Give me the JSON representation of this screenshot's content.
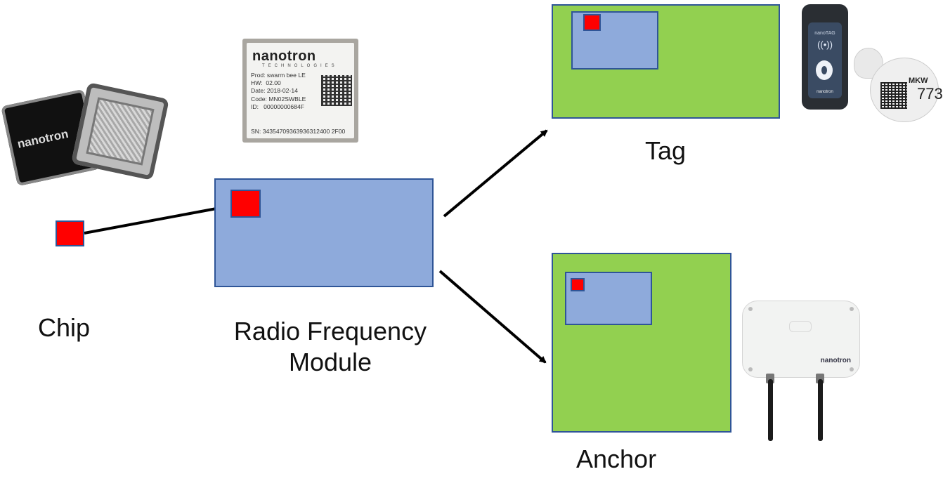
{
  "labels": {
    "chip": "Chip",
    "rf_module_line1": "Radio Frequency",
    "rf_module_line2": "Module",
    "tag": "Tag",
    "anchor": "Anchor"
  },
  "module_photo": {
    "brand": "nanotron",
    "brand_sub": "TECHNOLOGIES",
    "info_lines": [
      "Prod: swarm bee LE",
      "HW:  02.00",
      "Date: 2018-02-14",
      "Code: MN02SWBLE",
      "ID:   00000000684F"
    ],
    "sn": "SN:  34354709363936312400 2F00"
  },
  "chip_photo": {
    "brand": "nanotron"
  },
  "tag_device": {
    "name": "nanoTAG",
    "waves": "((•))",
    "brand": "nanotron"
  },
  "ear_tag": {
    "text": "MKW",
    "number": "773"
  },
  "anchor_device": {
    "brand": "nanotron"
  },
  "colors": {
    "module_fill": "#8eaadb",
    "device_fill": "#92d050",
    "chip_fill": "#ff0000",
    "border": "#2f5597",
    "arrow": "#000000"
  }
}
